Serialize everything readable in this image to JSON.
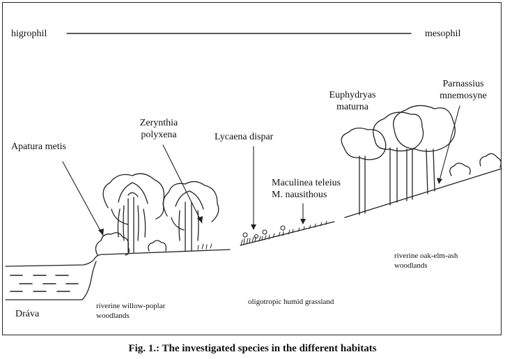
{
  "gradient": {
    "left": "higrophil",
    "right": "mesophil"
  },
  "species": {
    "apatura": "Apatura metis",
    "zerynthia_1": "Zerynthia",
    "zerynthia_2": "polyxena",
    "lycaena": "Lycaena dispar",
    "maculinea_1": "Maculinea teleius",
    "maculinea_2": "M. nausithous",
    "euphydryas_1": "Euphydryas",
    "euphydryas_2": "maturna",
    "parnassius_1": "Parnassius",
    "parnassius_2": "mnemosyne"
  },
  "habitats": {
    "river": "Dráva",
    "willow_1": "riverine willow-poplar",
    "willow_2": "woodlands",
    "grassland": "oligotropic humid grassland",
    "oak_1": "riverine oak-elm-ash",
    "oak_2": "woodlands"
  },
  "caption": "Fig. 1.: The investigated species in the different habitats"
}
